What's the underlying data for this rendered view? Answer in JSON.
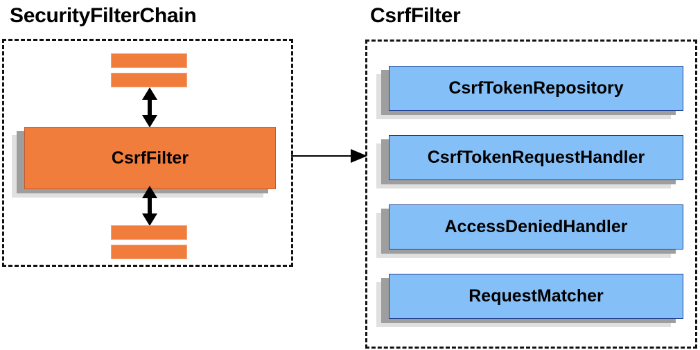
{
  "diagram": {
    "title_left": "SecurityFilterChain",
    "title_right": "CsrfFilter",
    "colors": {
      "orange_fill": "#F07D3C",
      "orange_border": "#C8572A",
      "blue_fill": "#85BFF7",
      "blue_border": "#1F3F8F",
      "shadow_mid": "#9E9E9E",
      "shadow_back": "#E0E0E0",
      "outline": "#111111",
      "text": "#000000"
    }
  },
  "left_panel": {
    "title": "SecurityFilterChain",
    "filter_box": {
      "label": "CsrfFilter"
    },
    "bars_above": [
      {
        "label": ""
      },
      {
        "label": ""
      }
    ],
    "bars_below": [
      {
        "label": ""
      },
      {
        "label": ""
      }
    ],
    "arrow_above": {
      "label": "",
      "kind": "double-headed-vertical"
    },
    "arrow_below": {
      "label": "",
      "kind": "double-headed-vertical"
    }
  },
  "connector": {
    "label": "",
    "kind": "single-headed-horizontal",
    "from": "SecurityFilterChain",
    "to": "CsrfFilter"
  },
  "right_panel": {
    "title": "CsrfFilter",
    "components": [
      {
        "label": "CsrfTokenRepository"
      },
      {
        "label": "CsrfTokenRequestHandler"
      },
      {
        "label": "AccessDeniedHandler"
      },
      {
        "label": "RequestMatcher"
      }
    ]
  }
}
